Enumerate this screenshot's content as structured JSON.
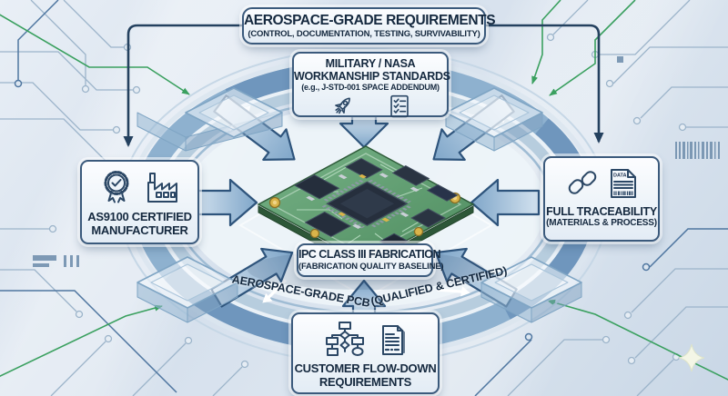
{
  "title_box": {
    "line1": "AEROSPACE-GRADE REQUIREMENTS",
    "line2": "(CONTROL, DOCUMENTATION, TESTING, SURVIVABILITY)"
  },
  "standards_box": {
    "line1": "MILITARY / NASA",
    "line2": "WORKMANSHIP STANDARDS",
    "line3": "(e.g., J-STD-001 SPACE ADDENDUM)",
    "icons": [
      "rocket-icon",
      "checklist-icon"
    ]
  },
  "manufacturer_box": {
    "line1": "AS9100 CERTIFIED",
    "line2": "MANUFACTURER",
    "icons": [
      "certification-badge-icon",
      "factory-icon"
    ]
  },
  "traceability_box": {
    "line1": "FULL TRACEABILITY",
    "line2": "(MATERIALS & PROCESS)",
    "doc_icon_label": "DATA",
    "icons": [
      "chain-link-icon",
      "data-document-icon"
    ]
  },
  "fabrication_box": {
    "line1": "IPC CLASS III FABRICATION",
    "line2": "(FABRICATION QUALITY BASELINE)"
  },
  "customer_box": {
    "line1": "CUSTOMER FLOW-DOWN",
    "line2": "REQUIREMENTS",
    "icons": [
      "flowchart-icon",
      "document-icon"
    ]
  },
  "banner_labels": {
    "left": "AEROSPACE-GRADE PCB",
    "right": "(QUALIFIED & CERTIFIED)"
  },
  "center": {
    "subject": "aerospace-grade printed circuit board"
  },
  "colors": {
    "accent_navy": "#24415f",
    "arrow_blue": "#8fb3d4",
    "ring_blue": "#6b94ba",
    "pcb_green": "#5f9e6e",
    "trace_green": "#3aa05f",
    "gold_pad": "#d9b44a",
    "background": "#d4dfec"
  }
}
